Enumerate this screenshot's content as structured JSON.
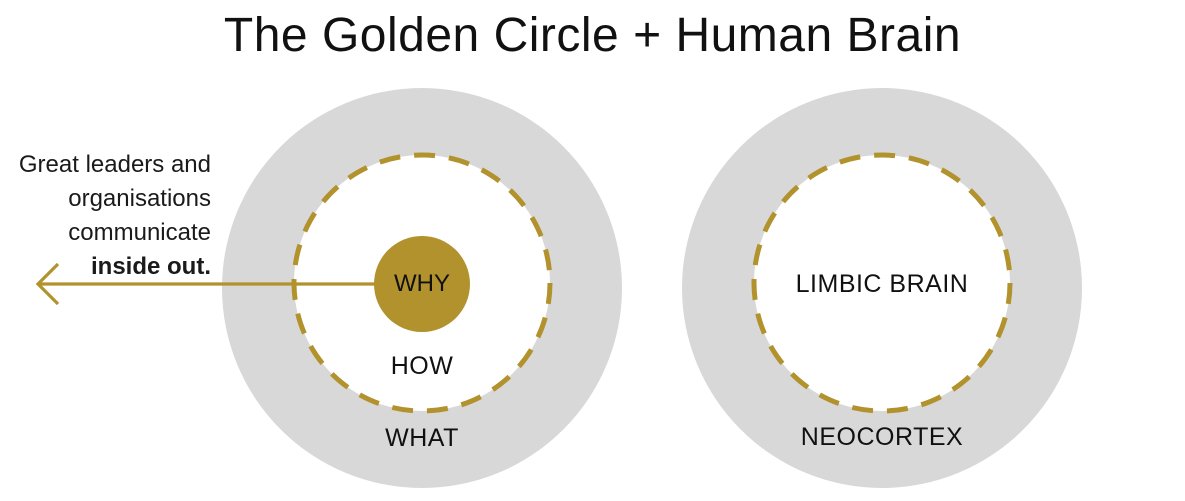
{
  "title": "The Golden Circle + Human Brain",
  "annotation": {
    "line1": "Great leaders and",
    "line2": "organisations",
    "line3": "communicate",
    "line4_bold": "inside out."
  },
  "golden_circle": {
    "why": "WHY",
    "how": "HOW",
    "what": "WHAT"
  },
  "brain": {
    "inner": "LIMBIC BRAIN",
    "outer": "NEOCORTEX"
  },
  "colors": {
    "gold": "#b2922d",
    "gray": "#d8d8d8",
    "ink": "#111111",
    "bg": "#ffffff"
  }
}
